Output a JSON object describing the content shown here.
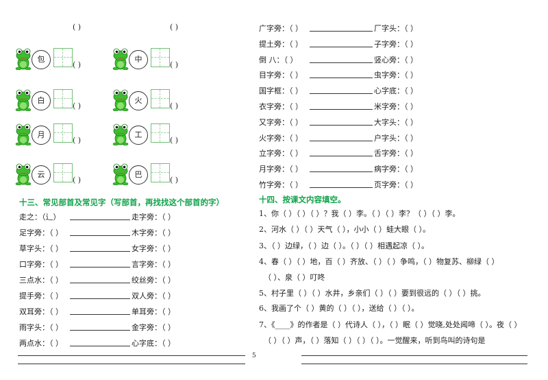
{
  "paren": "(        )",
  "top_parens": [
    "(        )",
    "(        )"
  ],
  "left_chars": [
    {
      "left": "包",
      "right": "中"
    },
    {
      "left": "白",
      "right": "火"
    },
    {
      "left": "月",
      "right": "工"
    },
    {
      "left": "云",
      "right": "巴"
    }
  ],
  "section13": {
    "title": "十三、常见部首及常见字（写部首，再找找这个部首的字）",
    "rows": [
      {
        "l": "走之：（辶）",
        "r": "走字旁：（    ）"
      },
      {
        "l": "足字旁：（    ）",
        "r": "木字旁：（    ）"
      },
      {
        "l": "草字头：（    ）",
        "r": "女字旁：（    ）"
      },
      {
        "l": "口字旁：（    ）",
        "r": "言字旁：（    ）"
      },
      {
        "l": "三点水：（    ）",
        "r": "绞丝旁：（    ）"
      },
      {
        "l": "提手旁：（    ）",
        "r": "双人旁：（    ）"
      },
      {
        "l": "双耳旁：（    ）",
        "r": "单耳旁：（    ）"
      },
      {
        "l": "雨字头：（    ）",
        "r": "金字旁：（    ）"
      },
      {
        "l": "两点水：（    ）",
        "r": "心字底：（    ）"
      }
    ]
  },
  "right_rows": [
    {
      "l": "广字旁：（    ）",
      "r": "厂字头：（    ）"
    },
    {
      "l": "提土旁：（    ）",
      "r": "子字旁：（    ）"
    },
    {
      "l": "倒  八：（    ）",
      "r": "竖心旁：（    ）"
    },
    {
      "l": "目字旁：（    ）",
      "r": "虫字旁：（    ）"
    },
    {
      "l": "国字框：（    ）",
      "r": "心字底：（    ）"
    },
    {
      "l": "衣字旁：（    ）",
      "r": "米字旁：（    ）"
    },
    {
      "l": "又字旁：（    ）",
      "r": "大字头：（    ）"
    },
    {
      "l": "火字旁：（    ）",
      "r": "户字头：（    ）"
    },
    {
      "l": "立字旁：（    ）",
      "r": "舌字旁：（    ）"
    },
    {
      "l": "月字旁：（    ）",
      "r": "病字旁：（    ）"
    },
    {
      "l": "竹字旁：（    ）",
      "r": "页字旁：（    ）"
    }
  ],
  "section14": {
    "title": "十四、按课文内容填空。",
    "lines": [
      "1、你（    ）（    ）（    ）？我（    ）李。（    ）（    ）李？（    ）（    ）李。",
      "2、河水（    ）（    ）天气（    ），小小（    ）蛙大眼（    ）。",
      "3、（    ）边绿，（    ）边（    ）。（    ）（    ）相遇起凉（    ）。",
      "4、春（    ）（    ）地，百（    ）齐放、（    ）（    ）争鸣，（    ）物复苏、柳绿（    ）",
      "（    ）、泉（    ）叮咚",
      "5、村子里（    ）（    ）水井，乡亲们（    ）（    ）要到很远的（    ）（    ）挑。",
      "6、我画了个（    ）黄的（    ）（    ），送给（    ）（    ）。",
      "7、《____》的作者是（    ）代诗人（    ），（    ）眠（    ）觉晓,处处闻啼（    ）。夜（    ）",
      "（    ）（    ）声，（    ）落知（    ）（    ）（    ）。一觉醒来，听到鸟叫的诗句是"
    ]
  },
  "page_number": "5"
}
